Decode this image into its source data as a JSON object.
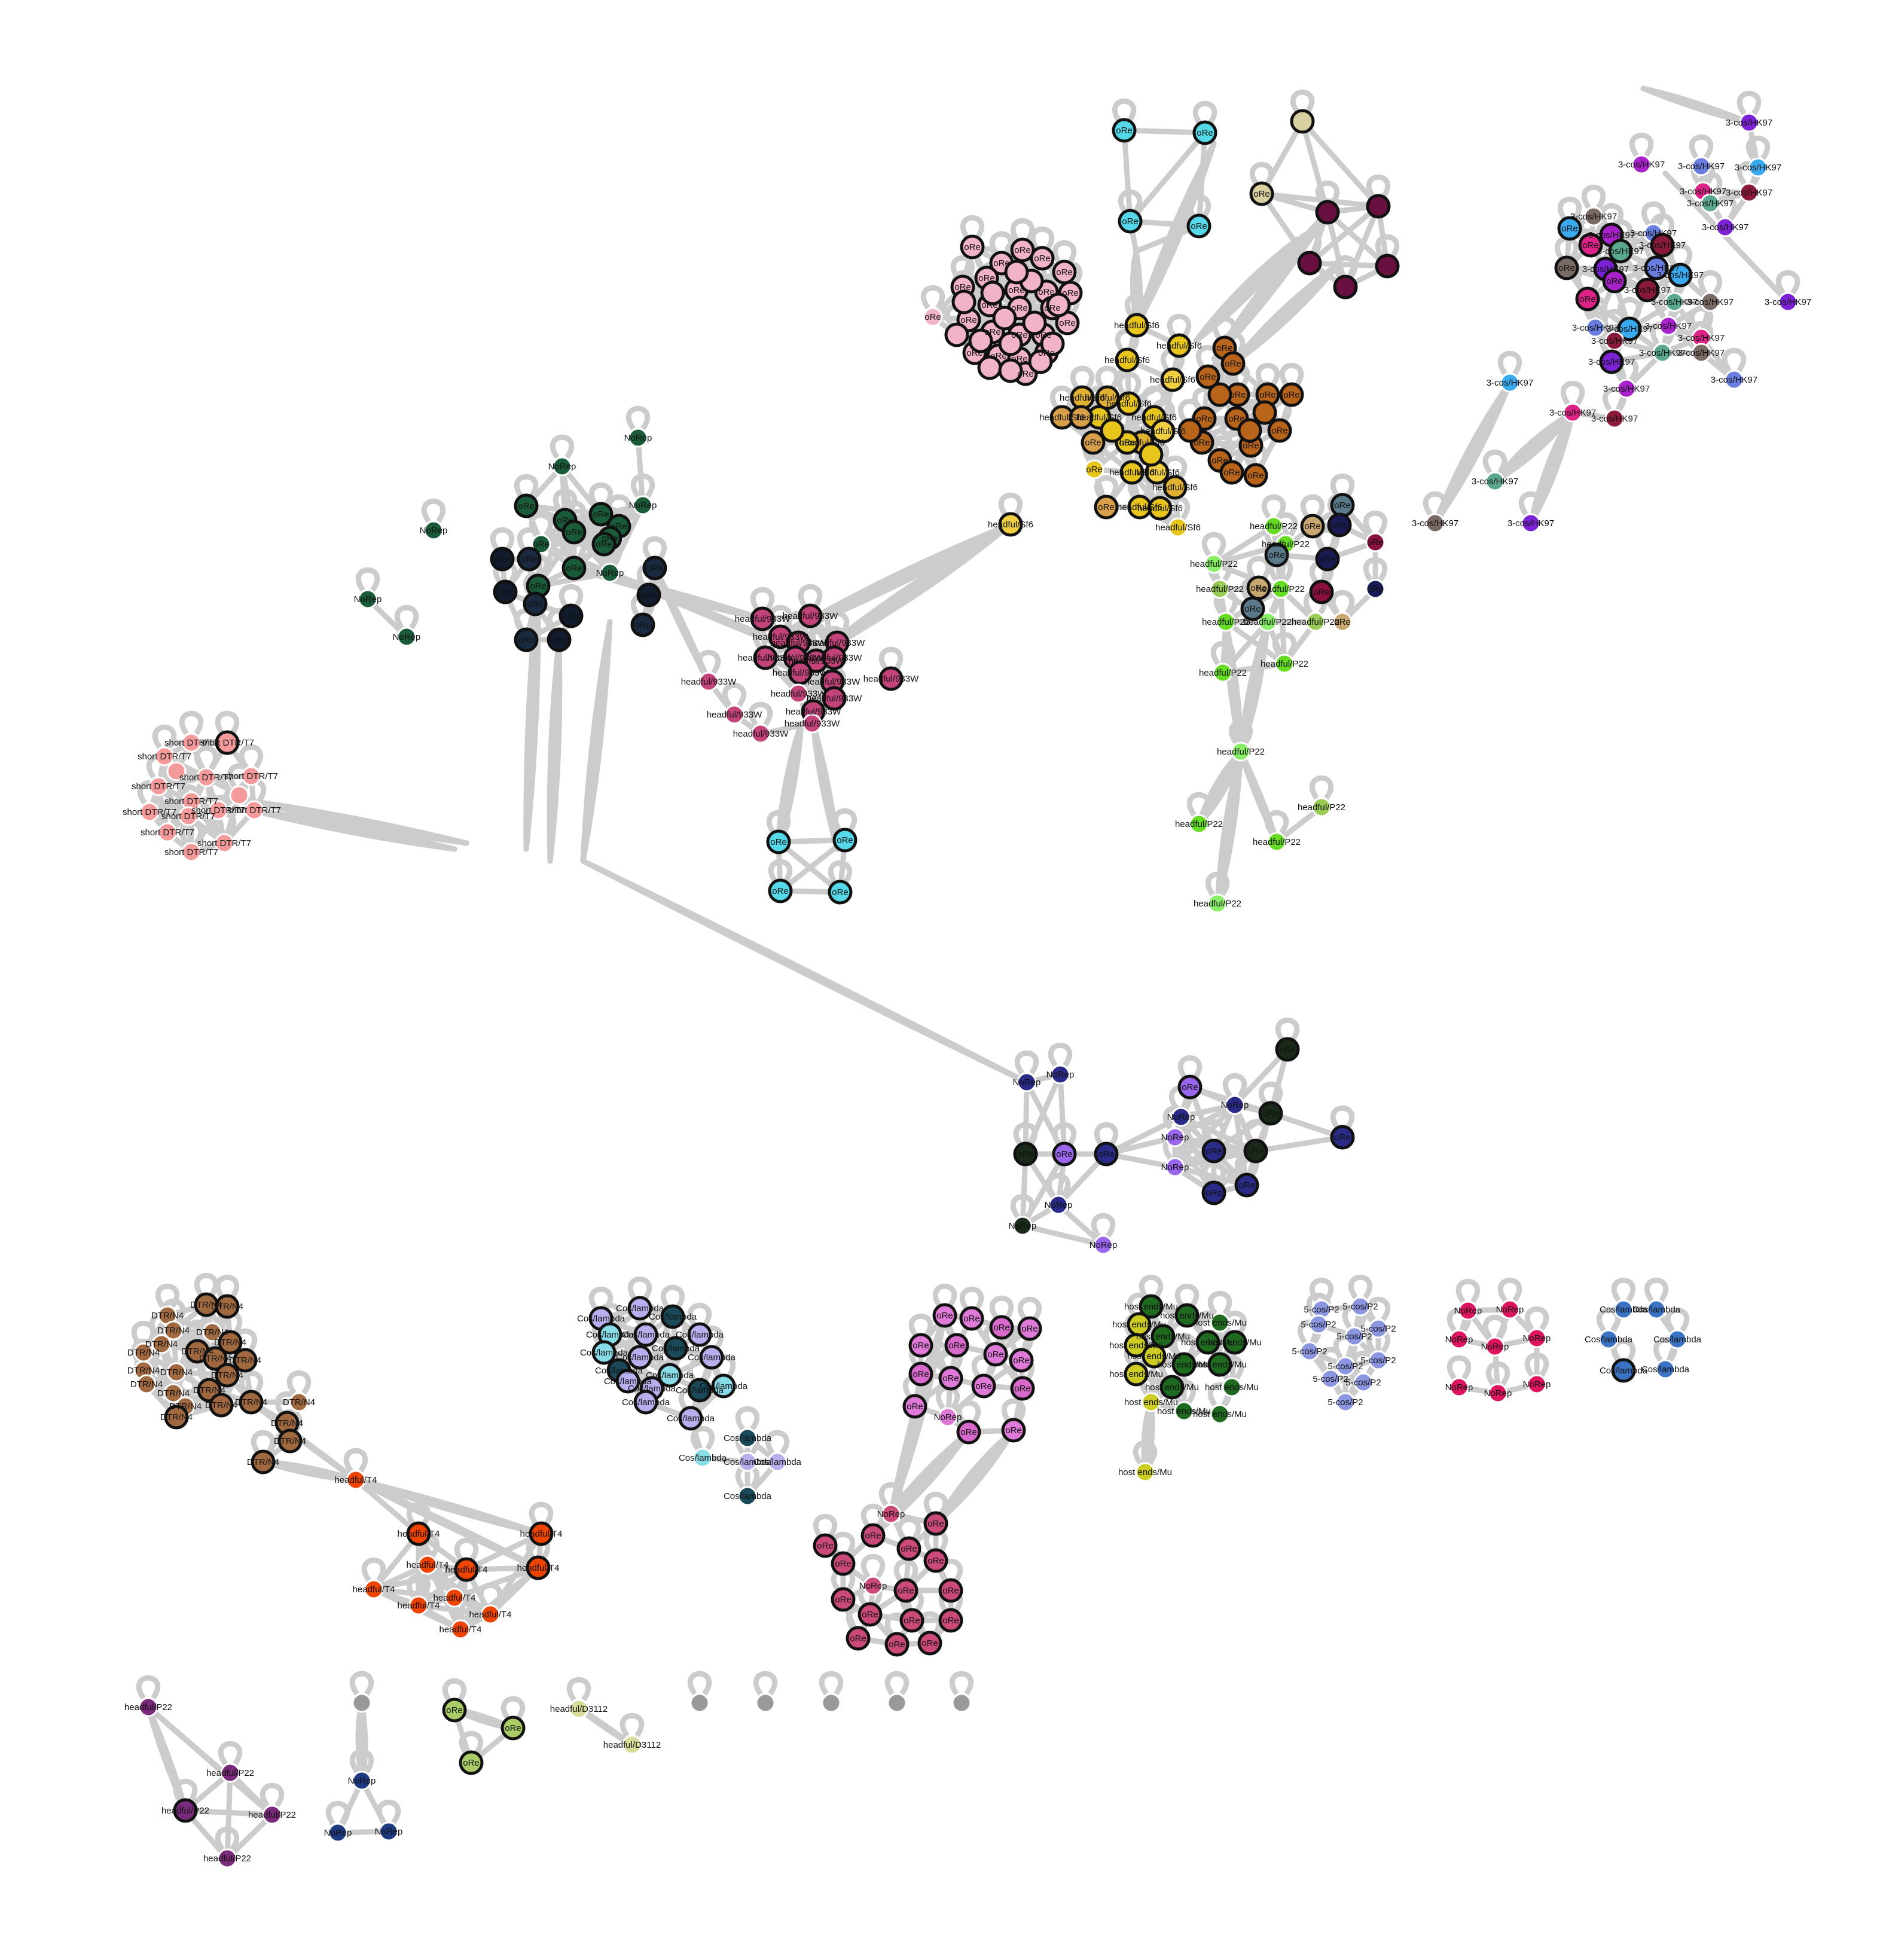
{
  "palette": {
    "edge": "#cccccc",
    "loop": "#cccccc",
    "node_border_dark": "#111111",
    "node_border_light": "#ffffff",
    "label_text": "#111111"
  },
  "labels": {
    "norep": "NoRep",
    "norep_trunc": "oRe",
    "headful_sf6": "headful/Sf6",
    "headful_p22": "headful/P22",
    "headful_933w": "headful/933W",
    "headful_t4": "headful/T4",
    "headful_d3112": "headful/D3112",
    "short_dtr_t7": "short DTR/T7",
    "dtr_n4": "DTR/N4",
    "cos_lambda": "Cos/lambda",
    "host_ends_mu": "host ends/Mu",
    "five_cos_p2": "5-cos/P2",
    "three_cos_hk97": "3-cos/HK97"
  },
  "clusters": [
    {
      "id": "sf6",
      "label_key": "headful_sf6",
      "color": "#e8c51a",
      "nodes": 26
    },
    {
      "id": "sf6-brown",
      "label_key": "norep_trunc",
      "color": "#b8651b",
      "nodes": 18
    },
    {
      "id": "pink-norep",
      "label_key": "norep_trunc",
      "color": "#f0b3c8",
      "nodes": 38
    },
    {
      "id": "p22-top",
      "label_key": "headful_p22",
      "color": "#66dd22",
      "nodes": 14
    },
    {
      "id": "p22-slate",
      "label_key": "norep_trunc",
      "color": "#5a7a8a",
      "nodes": 12
    },
    {
      "id": "933w",
      "label_key": "headful_933w",
      "color": "#c2447a",
      "nodes": 20
    },
    {
      "id": "green-norep",
      "label_key": "norep",
      "color": "#1a5c3a",
      "nodes": 16
    },
    {
      "id": "navy-norep",
      "label_key": "norep_trunc",
      "color": "#2a3f5c",
      "nodes": 14
    },
    {
      "id": "t7",
      "label_key": "short_dtr_t7",
      "color": "#f59a9a",
      "nodes": 16
    },
    {
      "id": "hk97",
      "label_key": "three_cos_hk97",
      "color": "#7a22d4",
      "nodes": 40
    },
    {
      "id": "mid-norep",
      "label_key": "norep",
      "color": "#2a2a88",
      "nodes": 20
    },
    {
      "id": "n4",
      "label_key": "dtr_n4",
      "color": "#a0693f",
      "nodes": 22
    },
    {
      "id": "t4",
      "label_key": "headful_t4",
      "color": "#ee4400",
      "nodes": 12
    },
    {
      "id": "lambda",
      "label_key": "cos_lambda",
      "color": "#b8b0ee",
      "nodes": 26
    },
    {
      "id": "violet-norep",
      "label_key": "norep_trunc",
      "color": "#e07ad8",
      "nodes": 18
    },
    {
      "id": "rose-norep",
      "label_key": "norep",
      "color": "#cc4a7a",
      "nodes": 16
    },
    {
      "id": "mu",
      "label_key": "host_ends_mu",
      "color": "#1e6a1e",
      "nodes": 16
    },
    {
      "id": "p2",
      "label_key": "five_cos_p2",
      "color": "#8c96e0",
      "nodes": 10
    },
    {
      "id": "crimson-norep",
      "label_key": "norep",
      "color": "#dd1460",
      "nodes": 8
    },
    {
      "id": "blue-lambda",
      "label_key": "cos_lambda",
      "color": "#3a73c4",
      "nodes": 6
    },
    {
      "id": "purple-p22",
      "label_key": "headful_p22",
      "color": "#7a2a7a",
      "nodes": 6
    },
    {
      "id": "navy-small",
      "label_key": "norep",
      "color": "#1e3a80",
      "nodes": 4
    },
    {
      "id": "lime-small",
      "label_key": "norep_trunc",
      "color": "#aacc66",
      "nodes": 3
    },
    {
      "id": "d3112",
      "label_key": "headful_d3112",
      "color": "#d8dc99",
      "nodes": 2
    },
    {
      "id": "singletons",
      "label_key": "",
      "color": "#999999",
      "nodes": 5
    }
  ]
}
